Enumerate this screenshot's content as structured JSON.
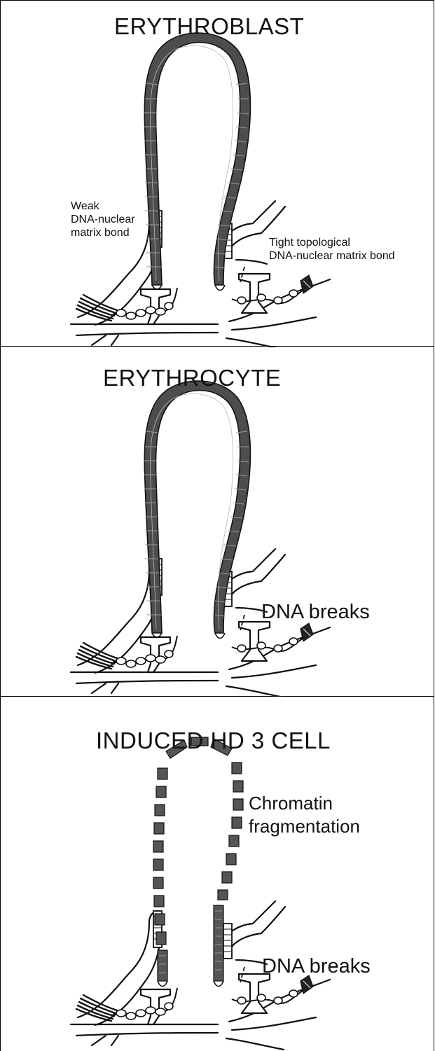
{
  "panels": [
    {
      "title": "ERYTHROBLAST",
      "labels": {
        "weak_bond": [
          "Weak",
          "DNA-nuclear",
          "matrix bond"
        ],
        "tight_bond": [
          "Tight topological",
          "DNA-nuclear matrix bond"
        ]
      }
    },
    {
      "title": "ERYTHROCYTE",
      "labels": {
        "dna_breaks": "DNA breaks"
      }
    },
    {
      "title": "INDUCED HD 3 CELL",
      "labels": {
        "fragmentation": [
          "Chromatin",
          "fragmentation"
        ],
        "dna_breaks": "DNA breaks"
      }
    }
  ]
}
